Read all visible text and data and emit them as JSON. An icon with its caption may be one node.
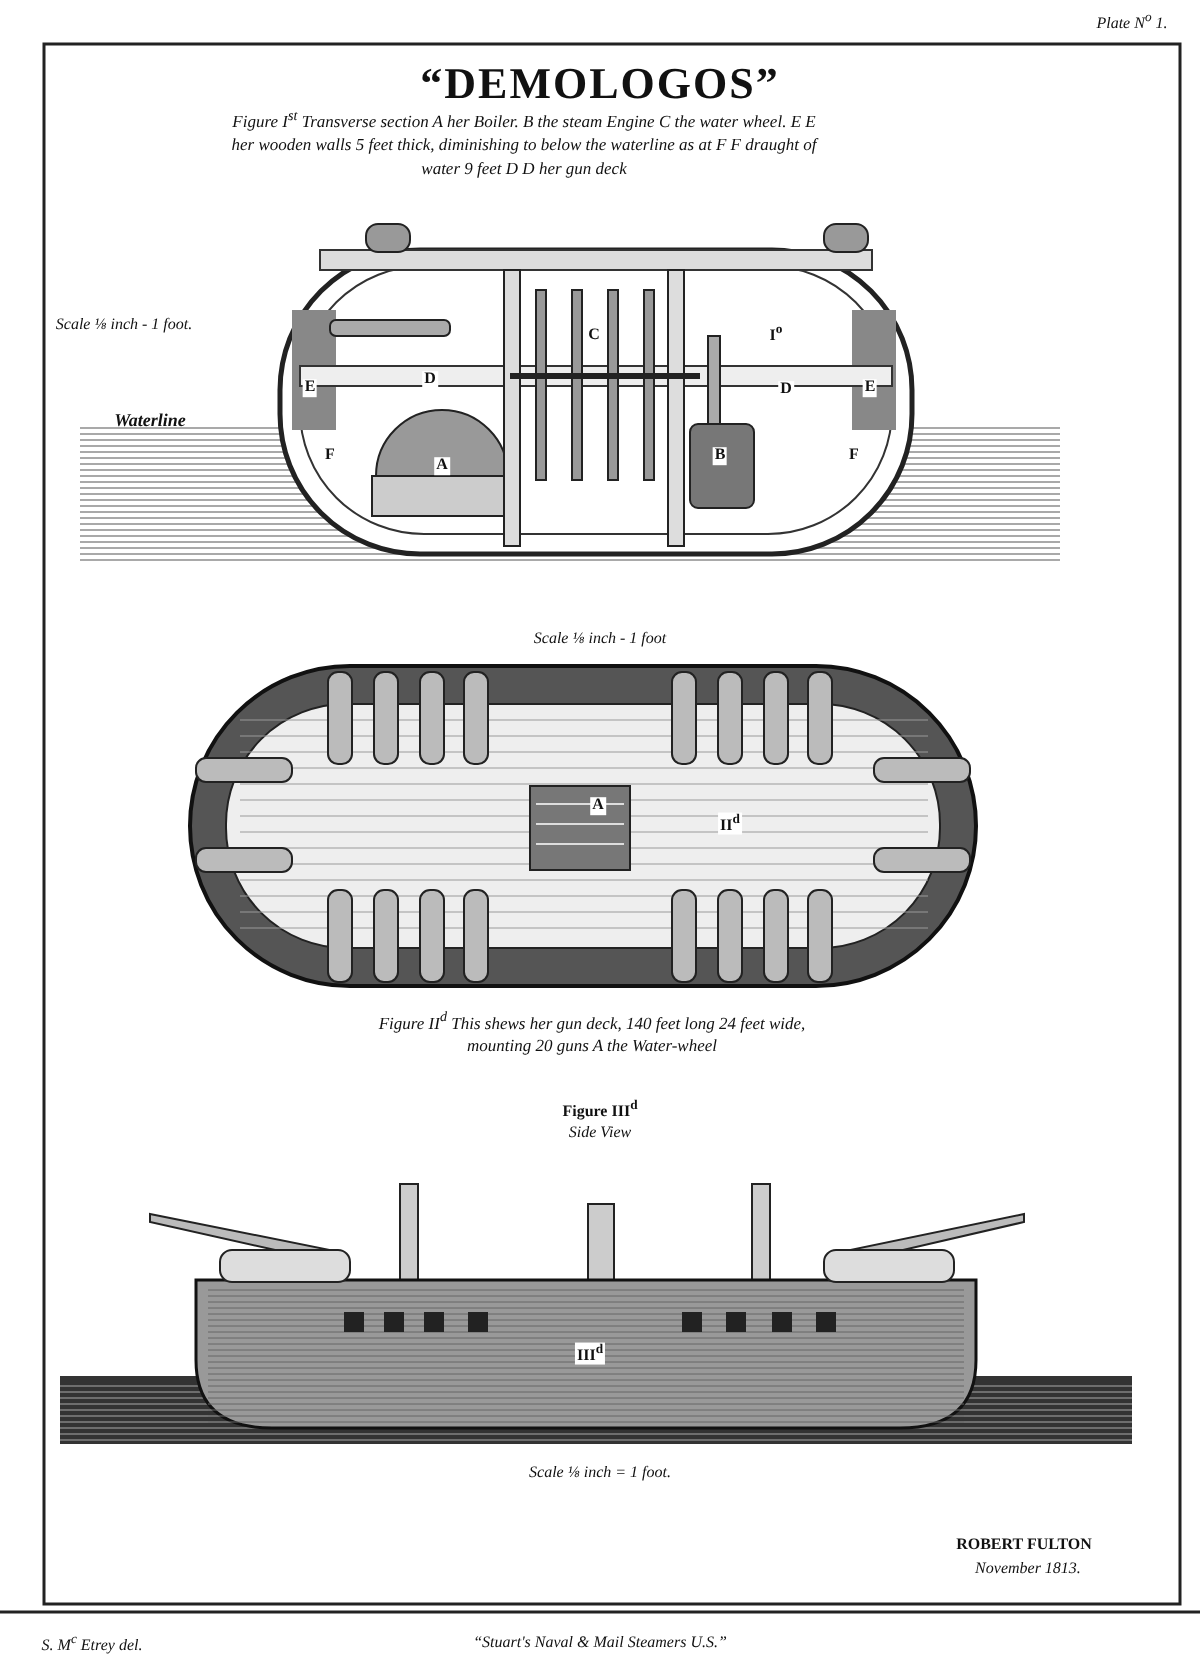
{
  "diagram": {
    "title": "“DEMOLOGOS”",
    "labels": [
      "Plate N$^{o}$ 1.",
      "Figure I$^{st}$ Transverse section A her Boiler. B the steam Engine C the water wheel. E E her wooden walls 5 feet thick, diminishing to below the waterline as at F F draught of water 9 feet D D her gun deck",
      "Scale ⅛ inch - 1 foot.",
      "C",
      "I$^{o}$",
      "E",
      "D",
      "D",
      "E",
      "Waterline",
      "F",
      "A",
      "B",
      "F",
      "Scale ⅛ inch - 1 foot",
      "A",
      "II$^{d}$",
      "Figure II$^{d}$ This shews her gun deck, 140 feet long 24 feet wide, mounting 20 guns A the Water-wheel",
      "Figure III$^{d}$",
      "Side View",
      "III$^{d}$",
      "Scale ⅛ inch = 1 foot.",
      "ROBERT FULTON",
      "November 1813.",
      "S. M$^{c}$ Etrey del.",
      "“Stuart's Naval & Mail Steamers U.S.”"
    ]
  }
}
